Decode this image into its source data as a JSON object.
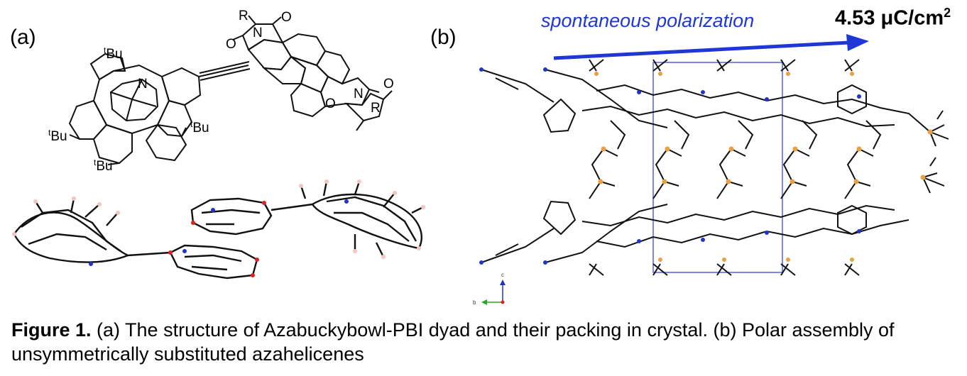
{
  "panels": {
    "a_label": "(a)",
    "b_label": "(b)"
  },
  "molecule": {
    "r_top": "R",
    "r_bottom": "R",
    "n_imide_top": "N",
    "n_imide_bottom": "N",
    "n_bowl": "N",
    "o1": "O",
    "o2": "O",
    "o3": "O",
    "o4": "O",
    "tbu_sup": "t",
    "tbu_text": "Bu"
  },
  "polarization": {
    "label": "spontaneous polarization",
    "value": "4.53 μC/cm",
    "value_sup": "2",
    "arrow_color": "#1e37d6"
  },
  "axes": {
    "c_label": "c",
    "b_label": "b"
  },
  "colors": {
    "bond": "#111111",
    "nitrogen": "#2233cc",
    "oxygen": "#dd2222",
    "sulfur": "#e8a040",
    "hydrogen": "#f2c4c4",
    "cell": "#5560d8"
  },
  "caption": {
    "bold": "Figure 1.",
    "text": " (a) The structure of Azabuckybowl-PBI dyad and their packing in crystal. (b) Polar assembly of unsymmetrically substituted azahelicenes"
  }
}
